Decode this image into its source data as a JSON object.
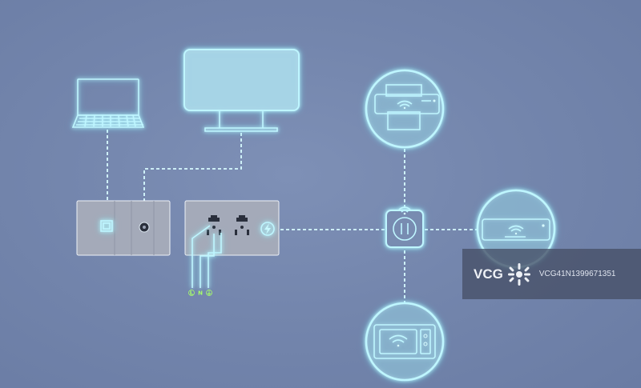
{
  "wiring": {
    "live_label": "L",
    "neutral_label": "N",
    "ground_symbol": "⏚"
  },
  "watermark": {
    "brand": "VCG",
    "image_id": "VCG41N1399671351"
  },
  "icons": [
    "laptop-icon",
    "monitor-icon",
    "printer-icon",
    "wifi-icon",
    "smart-plug-icon",
    "air-conditioner-icon",
    "microwave-icon",
    "ethernet-port-icon",
    "tv-port-icon",
    "lightning-icon"
  ],
  "colors": {
    "background": "#7486ad",
    "neon": "#bff6ff",
    "wire_label": "#a8ff6a",
    "plate": "#a4aab9"
  }
}
